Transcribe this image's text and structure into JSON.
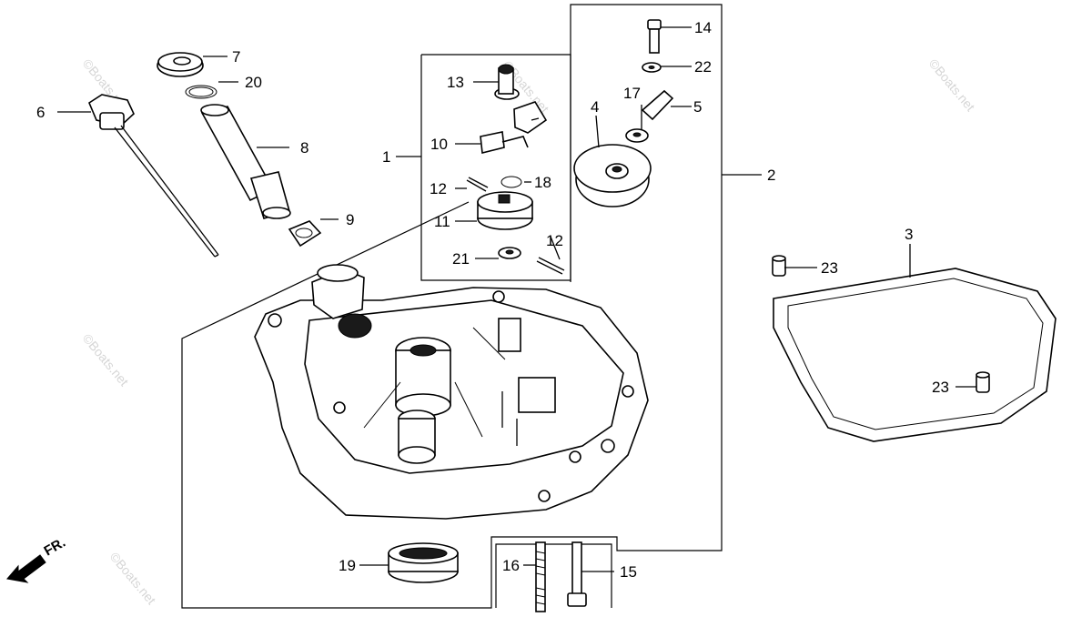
{
  "callouts": {
    "c1": "1",
    "c2": "2",
    "c3": "3",
    "c4": "4",
    "c5": "5",
    "c6": "6",
    "c7": "7",
    "c8": "8",
    "c9": "9",
    "c10": "10",
    "c11": "11",
    "c12a": "12",
    "c12b": "12",
    "c13": "13",
    "c14": "14",
    "c15": "15",
    "c16": "16",
    "c17": "17",
    "c18": "18",
    "c19": "19",
    "c20": "20",
    "c21": "21",
    "c22": "22",
    "c23a": "23",
    "c23b": "23"
  },
  "watermark": "©Boats.net",
  "direction_label": "FR."
}
